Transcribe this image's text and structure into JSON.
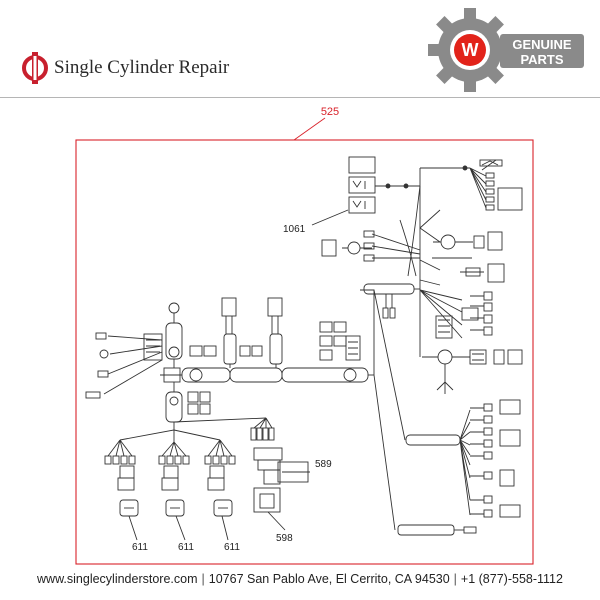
{
  "brand": {
    "name": "Single Cylinder Repair",
    "accent_color": "#c8202e"
  },
  "badge": {
    "line1": "GENUINE",
    "line2": "PARTS",
    "letter": "W",
    "gear_color": "#8a8a8a",
    "circle_color": "#e2231a"
  },
  "diagram": {
    "frame_color": "#d9222a",
    "assembly_callout": "525",
    "callouts": {
      "bulb_set": "1061",
      "relay": "589",
      "switch_block": "598",
      "connector_left": "611",
      "connector_mid": "611",
      "connector_right": "611"
    }
  },
  "footer": {
    "website": "www.singlecylinderstore.com",
    "address": "10767 San Pablo Ave, El Cerrito, CA 94530",
    "phone": "+1 (877)-558-1112",
    "separator": "|"
  }
}
